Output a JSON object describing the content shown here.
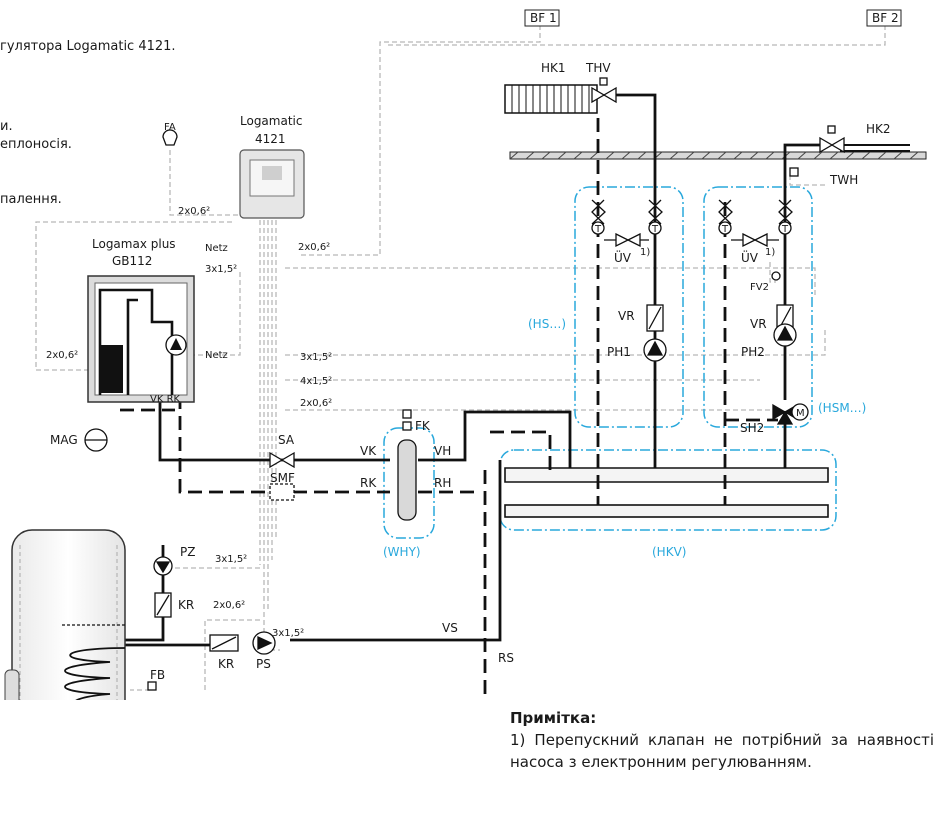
{
  "intro_lines": [
    "гулятора Logamatic 4121.",
    "и.",
    "еплоносія.",
    "палення."
  ],
  "labels": {
    "bf1": "BF 1",
    "bf2": "BF 2",
    "hk1": "HK1",
    "thv": "THV",
    "hk2": "HK2",
    "twh": "TWH",
    "controller_name": "Logamatic",
    "controller_model": "4121",
    "fa": "FA",
    "boiler_name": "Logamax plus",
    "boiler_model": "GB112",
    "netz": "Netz",
    "netz_pump": "Netz",
    "vk_rk": "VK RK",
    "mag": "MAG",
    "sa": "SA",
    "smf": "SMF",
    "vk": "VK",
    "rk": "RK",
    "vh": "VH",
    "rh": "RH",
    "fk": "FK",
    "why": "(WHY)",
    "hkv": "(HKV)",
    "hs": "(HS…)",
    "hsm": "(HSM…)",
    "uv1": "ÜV",
    "uv2": "ÜV",
    "fn1": "1)",
    "fn2": "1)",
    "fv2": "FV2",
    "vr1": "VR",
    "vr2": "VR",
    "ph1": "PH1",
    "ph2": "PH2",
    "sh2": "SH2",
    "pz": "PZ",
    "kr1": "KR",
    "kr2": "KR",
    "ps": "PS",
    "fb": "FB",
    "vs": "VS",
    "rs": "RS",
    "t": "T",
    "m": "M"
  },
  "cables": {
    "c1": "2x0,6²",
    "c2": "3x1,5²",
    "c3": "2x0,6²",
    "c4": "2x0,6²",
    "c5": "3x1,5²",
    "c6": "4x1,5²",
    "c7": "2x0,6²",
    "c8": "3x1,5²",
    "c9": "2x0,6²",
    "c10": "3x1,5²"
  },
  "note": {
    "title": "Примітка:",
    "text": "1) Перепускний клапан не потрібний за наявності насоса з електронним регулюванням."
  },
  "colors": {
    "pipe": "#111111",
    "cable": "#b8b8b8",
    "group": "#29a8dc"
  }
}
